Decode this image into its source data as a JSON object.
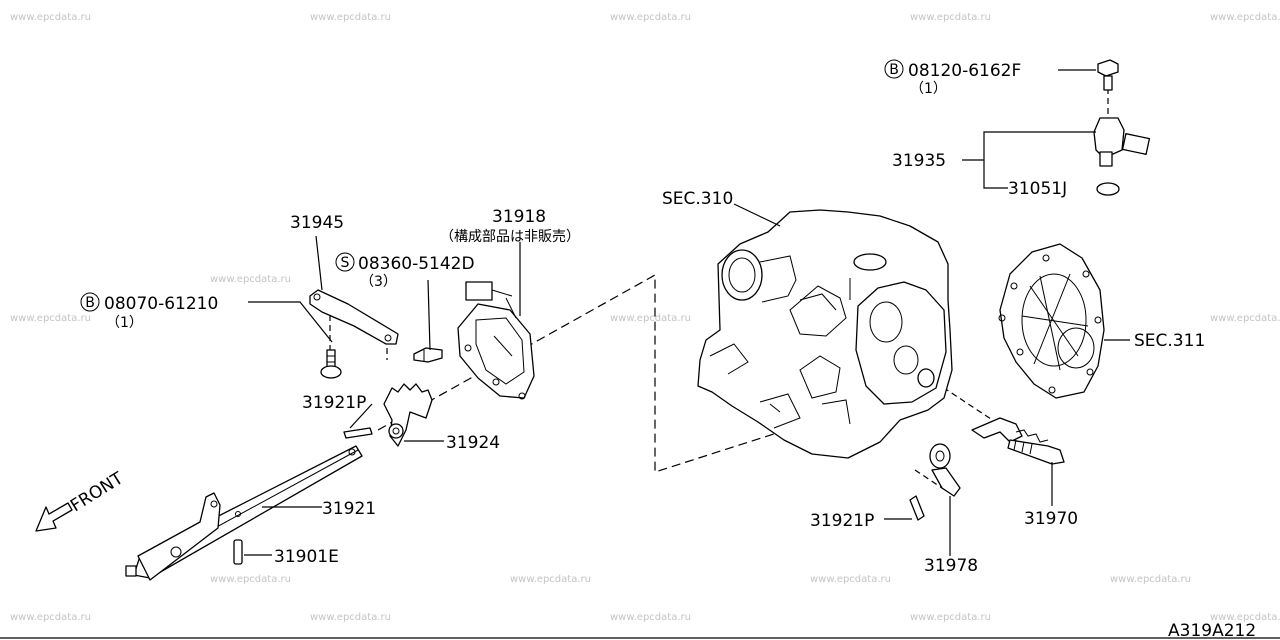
{
  "watermark": "www.epcdata.ru",
  "diagram_code": "A319A212",
  "front_label": "FRONT",
  "callouts": {
    "p31945": "31945",
    "p31918": "31918",
    "p31918_note": "（構成部品は非販売）",
    "p08360_prefix": "S",
    "p08360": "08360-5142D",
    "p08360_qty": "（3）",
    "p08070_prefix": "B",
    "p08070": "08070-61210",
    "p08070_qty": "（1）",
    "p31921P_left": "31921P",
    "p31924": "31924",
    "p31921": "31921",
    "p31901E": "31901E",
    "sec310": "SEC.310",
    "sec311": "SEC.311",
    "p08120_prefix": "B",
    "p08120": "08120-6162F",
    "p08120_qty": "（1）",
    "p31935": "31935",
    "p31051J": "31051J",
    "p31921P_right": "31921P",
    "p31978": "31978",
    "p31970": "31970"
  }
}
